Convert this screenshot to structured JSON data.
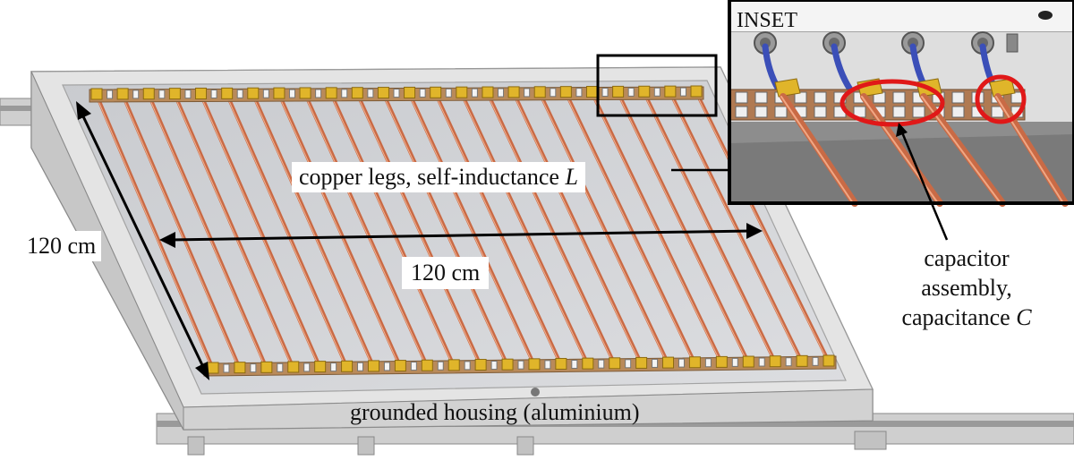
{
  "labels": {
    "copper_legs": "copper legs, self-inductance",
    "copper_symbol": "L",
    "horizontal_dimension": "120 cm",
    "vertical_dimension": "120 cm",
    "housing": "grounded housing (aluminium)",
    "capacitor_line1": "capacitor",
    "capacitor_line2": "assembly,",
    "capacitor_line3": "capacitance",
    "capacitor_symbol": "C",
    "inset": "INSET"
  },
  "colors": {
    "copper": "#c96a45",
    "capacitor": "#e0b52a",
    "housing": "#d9d9d9",
    "highlight_ring": "#e01818",
    "cable": "#3b4fb8"
  }
}
